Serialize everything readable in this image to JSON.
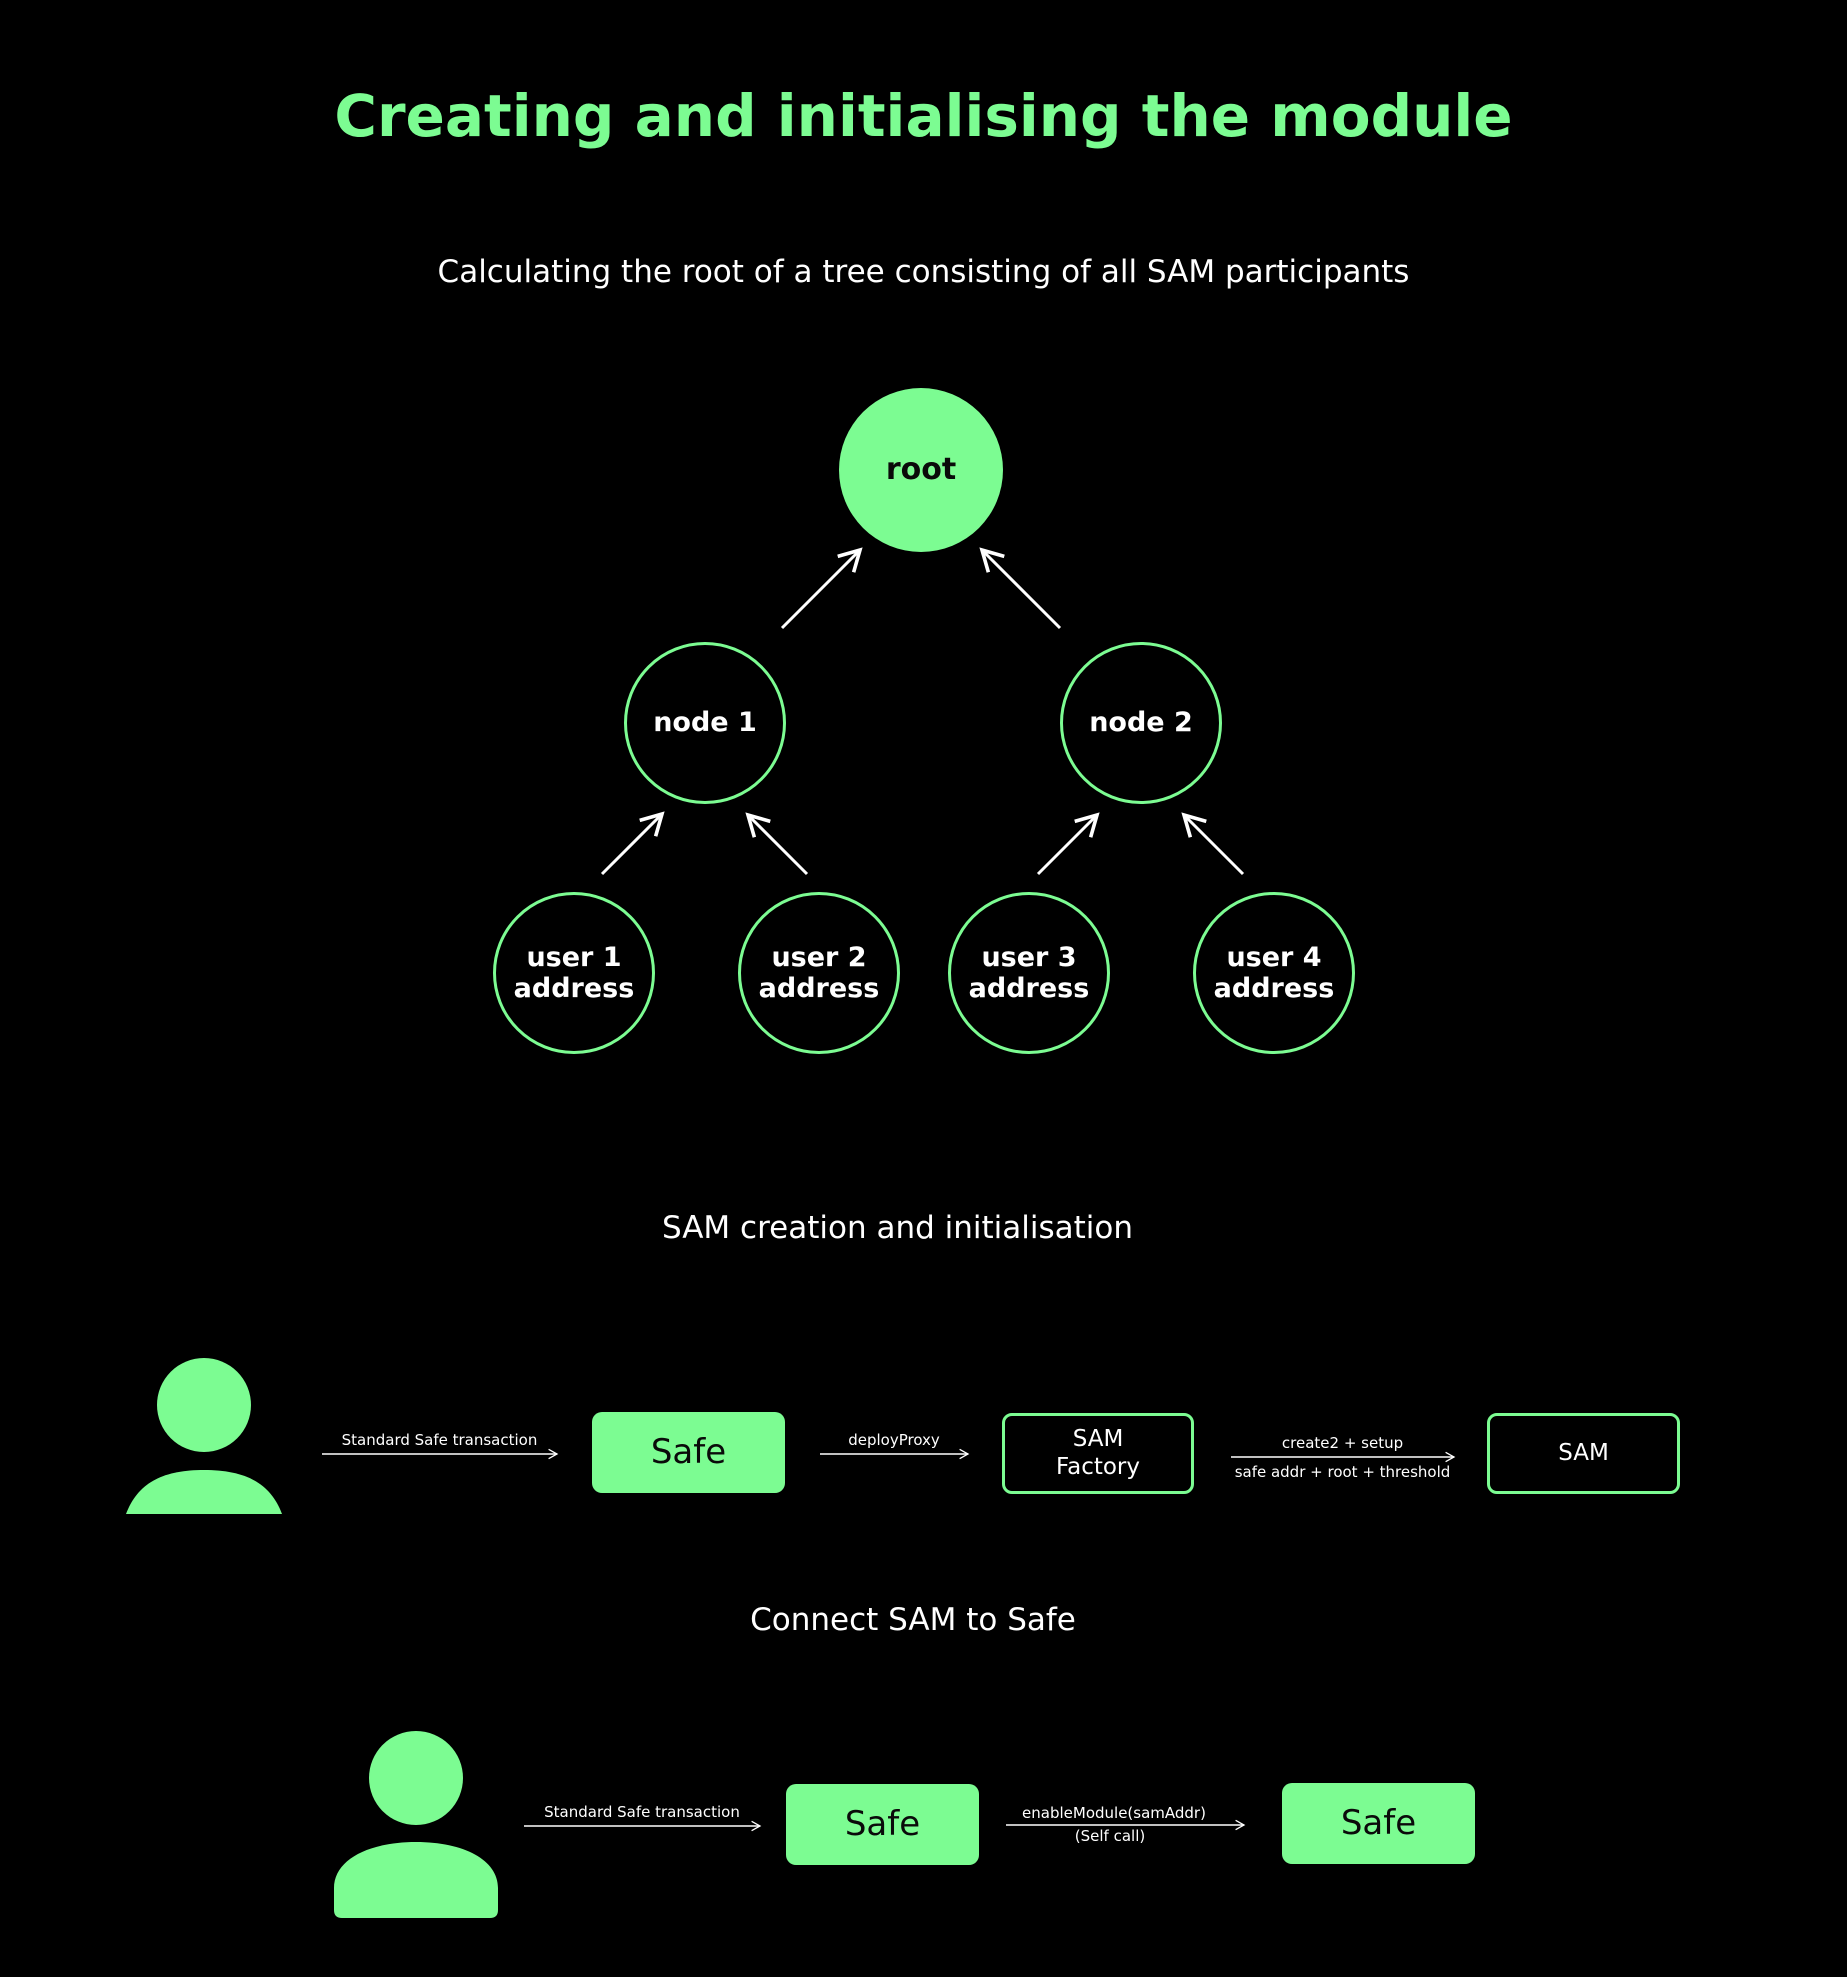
{
  "title": "Creating and initialising the module",
  "tree_section": {
    "heading": "Calculating the root of a tree consisting of all SAM participants",
    "root": "root",
    "node1": "node 1",
    "node2": "node 2",
    "user1": [
      "user 1",
      "address"
    ],
    "user2": [
      "user 2",
      "address"
    ],
    "user3": [
      "user 3",
      "address"
    ],
    "user4": [
      "user 4",
      "address"
    ]
  },
  "creation_section": {
    "heading": "SAM creation and initialisation",
    "edge_user_safe": "Standard Safe transaction",
    "safe": "Safe",
    "edge_safe_factory": "deployProxy",
    "factory": [
      "SAM",
      "Factory"
    ],
    "edge_factory_sam_top": "create2 + setup",
    "edge_factory_sam_bottom": "safe addr + root + threshold",
    "sam": "SAM"
  },
  "connect_section": {
    "heading": "Connect SAM to Safe",
    "edge_user_safe": "Standard Safe transaction",
    "safe_left": "Safe",
    "edge_safe_safe_top": "enableModule(samAddr)",
    "edge_safe_safe_bottom": "(Self call)",
    "safe_right": "Safe"
  },
  "colors": {
    "accent": "#7cfc92",
    "background": "#000000",
    "text": "#ffffff"
  },
  "icons": {
    "person": "person-icon",
    "arrow": "arrow-icon"
  }
}
